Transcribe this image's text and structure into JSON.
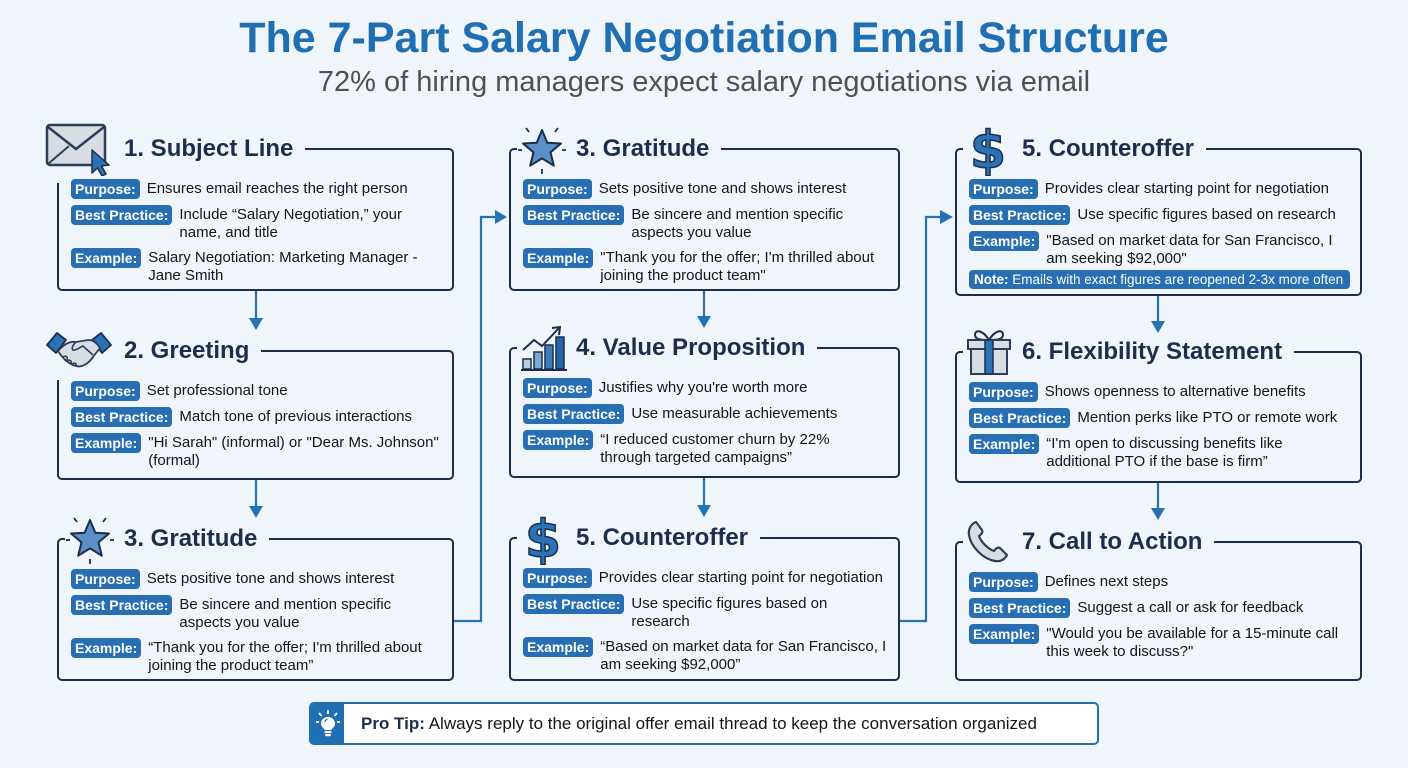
{
  "header": {
    "title": "The 7-Part Salary Negotiation Email Structure",
    "subtitle": "72% of hiring managers expect salary negotiations via email"
  },
  "labels": {
    "purpose": "Purpose:",
    "best_practice": "Best Practice:",
    "example": "Example:",
    "note": "Note:"
  },
  "columns": [
    {
      "cards": [
        {
          "heading": "1. Subject Line",
          "icon": "envelope-cursor-icon",
          "purpose": "Ensures email reaches the right person",
          "best_practice": "Include “Salary Negotiation,” your\nname, and title",
          "example": "Salary Negotiation: Marketing Manager -\nJane Smith"
        },
        {
          "heading": "2. Greeting",
          "icon": "handshake-icon",
          "purpose": "Set professional tone",
          "best_practice": "Match tone of previous interactions",
          "example": "\"Hi Sarah\" (informal) or \"Dear Ms. Johnson\"\n(formal)"
        },
        {
          "heading": "3. Gratitude",
          "icon": "star-icon",
          "purpose": "Sets positive tone and shows interest",
          "best_practice": "Be sincere and mention specific\naspects you value",
          "example": "“Thank you for the offer; I'm thrilled about\njoining the product team”"
        }
      ]
    },
    {
      "cards": [
        {
          "heading": "3. Gratitude",
          "icon": "star-icon",
          "purpose": "Sets positive tone and shows interest",
          "best_practice": "Be sincere and mention specific\naspects you value",
          "example": "\"Thank you for the offer; I'm thrilled about\njoining the product team\""
        },
        {
          "heading": "4. Value Proposition",
          "icon": "bar-chart-growth-icon",
          "purpose": "Justifies why you're worth more",
          "best_practice": "Use measurable achievements",
          "example": "“I reduced customer churn by 22%\nthrough targeted campaigns”"
        },
        {
          "heading": "5. Counteroffer",
          "icon": "dollar-sign-icon",
          "purpose": "Provides clear starting point for negotiation",
          "best_practice": "Use specific figures based on\nresearch",
          "example": "“Based on market data for San Francisco, I\nam seeking $92,000”"
        }
      ]
    },
    {
      "cards": [
        {
          "heading": "5. Counteroffer",
          "icon": "dollar-sign-icon",
          "purpose": "Provides clear starting point for negotiation",
          "best_practice": "Use specific figures based on research",
          "example": "\"Based on market data for San Francisco, I\nam seeking $92,000\"",
          "note": "Emails with exact figures are reopened 2-3x more often"
        },
        {
          "heading": "6. Flexibility Statement",
          "icon": "gift-icon",
          "purpose": "Shows openness to alternative benefits",
          "best_practice": "Mention perks like PTO or remote work",
          "example": "“I'm open to discussing benefits like\nadditional PTO if the base is firm”"
        },
        {
          "heading": "7. Call to Action",
          "icon": "phone-icon",
          "purpose": "Defines next steps",
          "best_practice": "Suggest a call or ask for feedback",
          "example": "\"Would you be available for a 15-minute call\nthis week to discuss?\""
        }
      ]
    }
  ],
  "pro_tip": {
    "icon": "lightbulb-icon",
    "label": "Pro Tip:",
    "text": " Always reply to the original offer email thread to keep the conversation organized"
  },
  "colors": {
    "title": "#1f6fb2",
    "heading": "#1b2e4b",
    "chip": "#276fb2",
    "border": "#1c2e4a",
    "arrow": "#2472b4",
    "background": "#eff5fa"
  }
}
